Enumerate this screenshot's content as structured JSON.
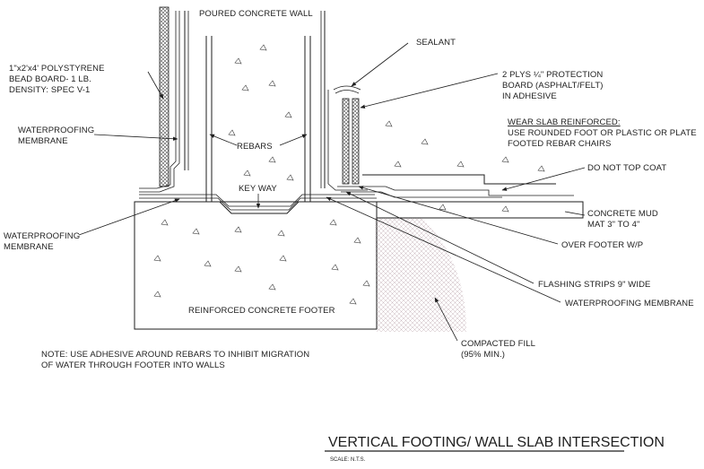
{
  "title": "VERTICAL FOOTING/ WALL SLAB INTERSECTION",
  "scale": "SCALE:  N.T.S.",
  "labels": {
    "poured_wall": "POURED CONCRETE WALL",
    "polystyrene_1": "1\"x2'x4' POLYSTYRENE",
    "polystyrene_2": "BEAD BOARD- 1 LB.",
    "polystyrene_3": "DENSITY: SPEC V-1",
    "wp_membrane_upper_1": "WATERPROOFING",
    "wp_membrane_upper_2": "MEMBRANE",
    "rebars": "REBARS",
    "key_way": "KEY WAY",
    "wp_membrane_left_1": "WATERPROOFING",
    "wp_membrane_left_2": "MEMBRANE",
    "footer": "REINFORCED CONCRETE FOOTER",
    "note_1": "NOTE: USE ADHESIVE AROUND REBARS TO INHIBIT MIGRATION",
    "note_2": "OF WATER THROUGH FOOTER INTO WALLS",
    "sealant": "SEALANT",
    "protection_1": "2 PLYS ¼\" PROTECTION",
    "protection_2": "BOARD (ASPHALT/FELT)",
    "protection_3": "IN ADHESIVE",
    "wear_slab_1": "WEAR SLAB REINFORCED:",
    "wear_slab_2": "USE ROUNDED FOOT OR PLASTIC OR PLATE",
    "wear_slab_3": "FOOTED REBAR CHAIRS",
    "no_top_coat": "DO NOT TOP COAT",
    "concrete_mud_1": "CONCRETE MUD",
    "concrete_mud_2": "MAT 3\" TO 4\"",
    "over_footer": "OVER FOOTER W/P",
    "flashing": "FLASHING STRIPS 9\" WIDE",
    "wp_membrane_right": "WATERPROOFING MEMBRANE",
    "fill_1": "COMPACTED FILL",
    "fill_2": "(95% MIN.)"
  },
  "colors": {
    "ink": "#1e1e1e",
    "fill_hatch": "#c9b7be"
  }
}
